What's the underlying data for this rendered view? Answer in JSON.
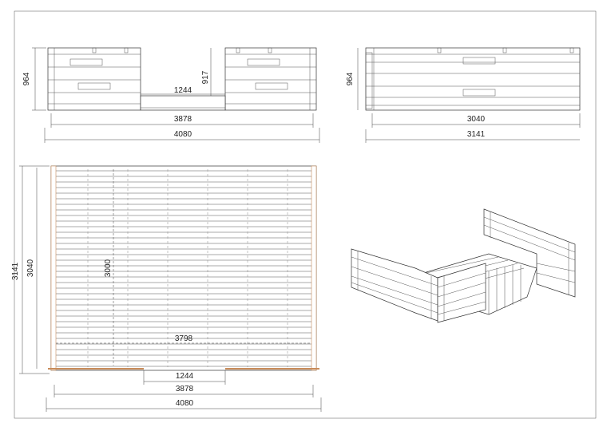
{
  "drawing": {
    "front_view": {
      "height_dim": "964",
      "opening_height_dim": "917",
      "opening_width_dim": "1244",
      "inner_width_dim": "3878",
      "overall_width_dim": "4080"
    },
    "side_view": {
      "height_dim": "964",
      "inner_length_dim": "3040",
      "overall_length_dim": "3141"
    },
    "plan_view": {
      "overall_depth_dim": "3141",
      "inner_depth_dim": "3040",
      "board_length_dim": "3000",
      "floor_width_dim": "3798",
      "opening_width_dim": "1244",
      "inner_width_dim": "3878",
      "overall_width_dim": "4080"
    }
  },
  "colors": {
    "line": "#333333",
    "hatch": "#c98c5a",
    "background": "#ffffff"
  }
}
